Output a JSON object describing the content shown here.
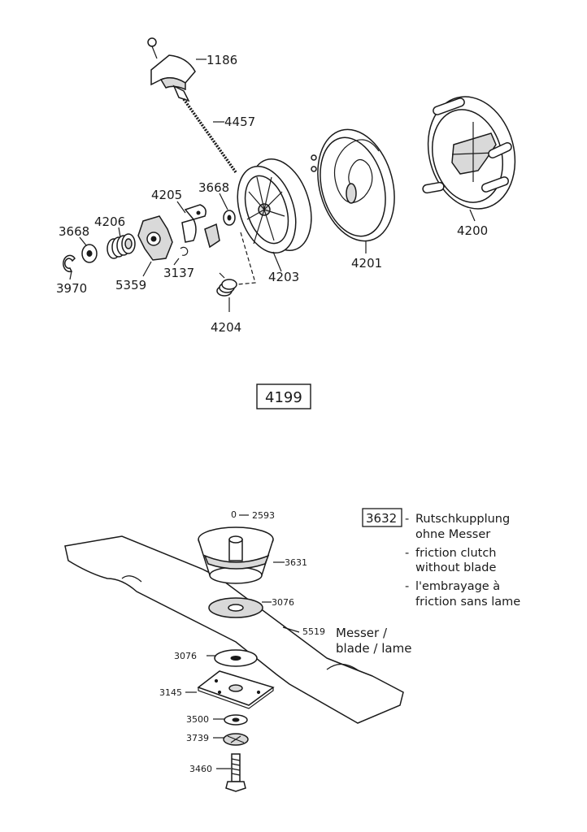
{
  "upper_assembly": {
    "box_label": "4199",
    "parts": {
      "p1186": "1186",
      "p4457": "4457",
      "p3668a": "3668",
      "p4205": "4205",
      "p3668b": "3668",
      "p4206": "4206",
      "p3970": "3970",
      "p5359": "5359",
      "p3137": "3137",
      "p4203": "4203",
      "p4201": "4201",
      "p4200": "4200",
      "p4204": "4204"
    }
  },
  "lower_assembly": {
    "box_label": "3632",
    "notes": [
      "Rutschkupplung",
      "ohne Messer",
      "friction clutch",
      "without blade",
      "l'embrayage à",
      "friction sans lame"
    ],
    "parts": {
      "p2593": "2593",
      "p3631": "3631",
      "p3076a": "3076",
      "p5519": "5519",
      "blade_line1": "Messer /",
      "blade_line2": "blade / lame",
      "p3076b": "3076",
      "p3145": "3145",
      "p3500": "3500",
      "p3739": "3739",
      "p3460": "3460"
    }
  }
}
